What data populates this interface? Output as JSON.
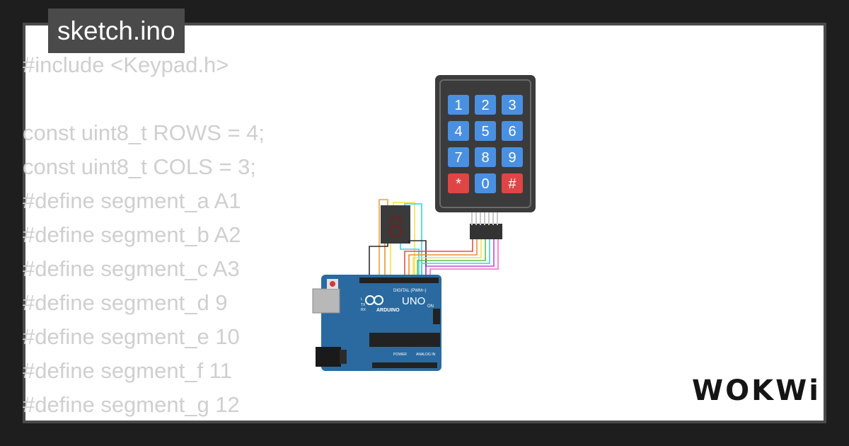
{
  "file_tab": {
    "label": "sketch.ino"
  },
  "code_lines": [
    "#include <Keypad.h>",
    "",
    "const uint8_t ROWS = 4;",
    "const uint8_t COLS = 3;",
    "#define segment_a A1",
    "#define segment_b A2",
    "#define segment_c A3",
    "#define segment_d 9",
    "#define segment_e 10",
    "#define segment_f 11",
    "#define segment_g 12"
  ],
  "keypad": {
    "keys": [
      "1",
      "2",
      "3",
      "4",
      "5",
      "6",
      "7",
      "8",
      "9",
      "*",
      "0",
      "#"
    ],
    "key_color": "#4a90e2",
    "special_key_color": "#e04545"
  },
  "seven_segment": {
    "digit": "8"
  },
  "arduino": {
    "model_label": "UNO",
    "brand_label": "ARDUINO",
    "digital_label": "DIGITAL (PWM~)",
    "power_label": "POWER",
    "analog_label": "ANALOG IN",
    "on_label": "ON",
    "tx_label": "TX",
    "rx_label": "RX",
    "l_label": "L"
  },
  "brand": {
    "logo_text": "WOKWi"
  },
  "colors": {
    "background": "#1e1e1e",
    "tab": "#4a4a4a",
    "code_text": "#cfcfcf",
    "board": "#2a6aa0",
    "wires": [
      "#e8a33d",
      "#f5e04c",
      "#34d3e6",
      "#e84c4c",
      "#f0902a",
      "#5fbf4a",
      "#c04ad6",
      "#ff66cc"
    ]
  }
}
